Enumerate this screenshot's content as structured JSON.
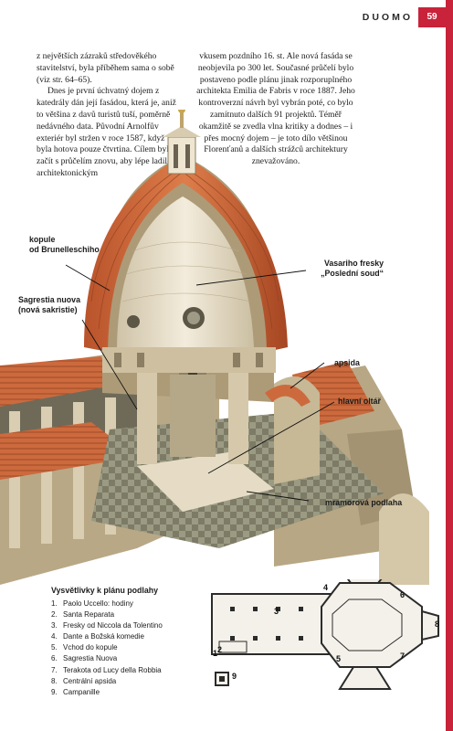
{
  "header": {
    "section": "DUOMO",
    "page_number": "59"
  },
  "text": {
    "col1": [
      "z největších zázraků středověkého stavitelství, byla příběhem sama o sobě (viz str. 64–65).",
      "Dnes je první úchvatný dojem z katedrály dán její fasádou, která je, aniž to většina z davů turistů tuší, poměrně nedávného data. Původní Arnolfův exteriér byl stržen v roce 1587, když byla hotova pouze čtvrtina. Cílem bylo začít s průčelím znovu, aby lépe ladilo s architektonickým"
    ],
    "col2": "vkusem pozdního 16. st. Ale nová fasáda se neobjevila po 300 let. Současné průčelí bylo postaveno podle plánu jinak rozporuplného architekta Emilia de Fabris v roce 1887. Jeho kontroverzní návrh byl vybrán poté, co bylo zamítnuto dalších 91 projektů. Téměř okamžitě se zvedla vlna kritiky a dodnes – i přes mocný dojem – je toto dílo většinou Florenťanů a dalších strážců architektury znevažováno."
  },
  "labels": {
    "kupole": [
      "kopule",
      "od Brunelleschiho"
    ],
    "vasari": [
      "Vasariho fresky",
      "„Poslední soud“"
    ],
    "sagrestia": [
      "Sagrestia nuova",
      "(nová sakristie)"
    ],
    "apsida": "apsida",
    "oltar": "hlavní oltář",
    "podlaha": "mramorová podlaha"
  },
  "legend": {
    "title": "Vysvětlivky k plánu podlahy",
    "items": [
      {
        "n": "1.",
        "t": "Paolo Uccello: hodiny"
      },
      {
        "n": "2.",
        "t": "Santa Reparata"
      },
      {
        "n": "3.",
        "t": "Fresky od Niccola da Tolentino"
      },
      {
        "n": "4.",
        "t": "Dante a Božská komedie"
      },
      {
        "n": "5.",
        "t": "Vchod do kopule"
      },
      {
        "n": "6.",
        "t": "Sagrestia Nuova"
      },
      {
        "n": "7.",
        "t": "Terakota od Lucy della Robbia"
      },
      {
        "n": "8.",
        "t": "Centrální apsida"
      },
      {
        "n": "9.",
        "t": "Campanille"
      }
    ]
  },
  "plan_numbers": [
    "1",
    "2",
    "3",
    "4",
    "5",
    "6",
    "7",
    "8",
    "9"
  ],
  "colors": {
    "accent": "#c8233a",
    "roof": "#cc6a3e",
    "stone": "#e9dcc4",
    "marble": "#8f8c78"
  }
}
